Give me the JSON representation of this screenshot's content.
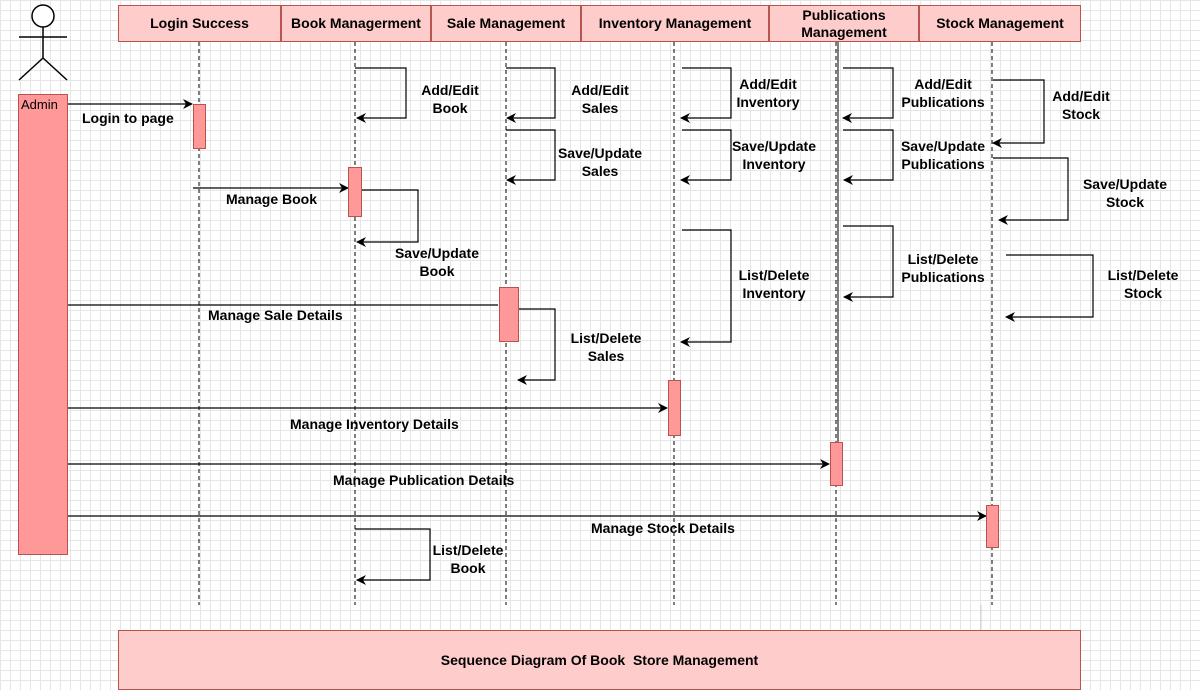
{
  "actor": {
    "name": "Admin"
  },
  "lifelines": {
    "login": "Login Success",
    "book": "Book Managerment",
    "sale": "Sale Management",
    "inventory": "Inventory Management",
    "publications": "Publications Management",
    "stock": "Stock Management"
  },
  "messages": {
    "login_to_page": "Login to page",
    "manage_book": "Manage Book",
    "manage_sale_details": "Manage Sale Details",
    "manage_inventory_details": "Manage Inventory Details",
    "manage_publication_details": "Manage Publication Details",
    "manage_stock_details": "Manage Stock Details"
  },
  "self_calls": {
    "book_add_edit": "Add/Edit Book",
    "book_save_update": "Save/Update Book",
    "book_list_delete": "List/Delete Book",
    "sale_add_edit": "Add/Edit Sales",
    "sale_save_update": "Save/Update Sales",
    "sale_list_delete": "List/Delete Sales",
    "inventory_add_edit": "Add/Edit Inventory",
    "inventory_save_update": "Save/Update Inventory",
    "inventory_list_delete": "List/Delete Inventory",
    "publications_add_edit": "Add/Edit Publications",
    "publications_save_update": "Save/Update Publications",
    "publications_list_delete": "List/Delete Publications",
    "stock_add_edit": "Add/Edit Stock",
    "stock_save_update": "Save/Update Stock",
    "stock_list_delete": "List/Delete Stock"
  },
  "footer": {
    "title": "Sequence Diagram Of Book  Store Management"
  },
  "colors": {
    "header_fill": "#ffcccc",
    "activation_fill": "#ff9999",
    "border": "#b85450"
  }
}
